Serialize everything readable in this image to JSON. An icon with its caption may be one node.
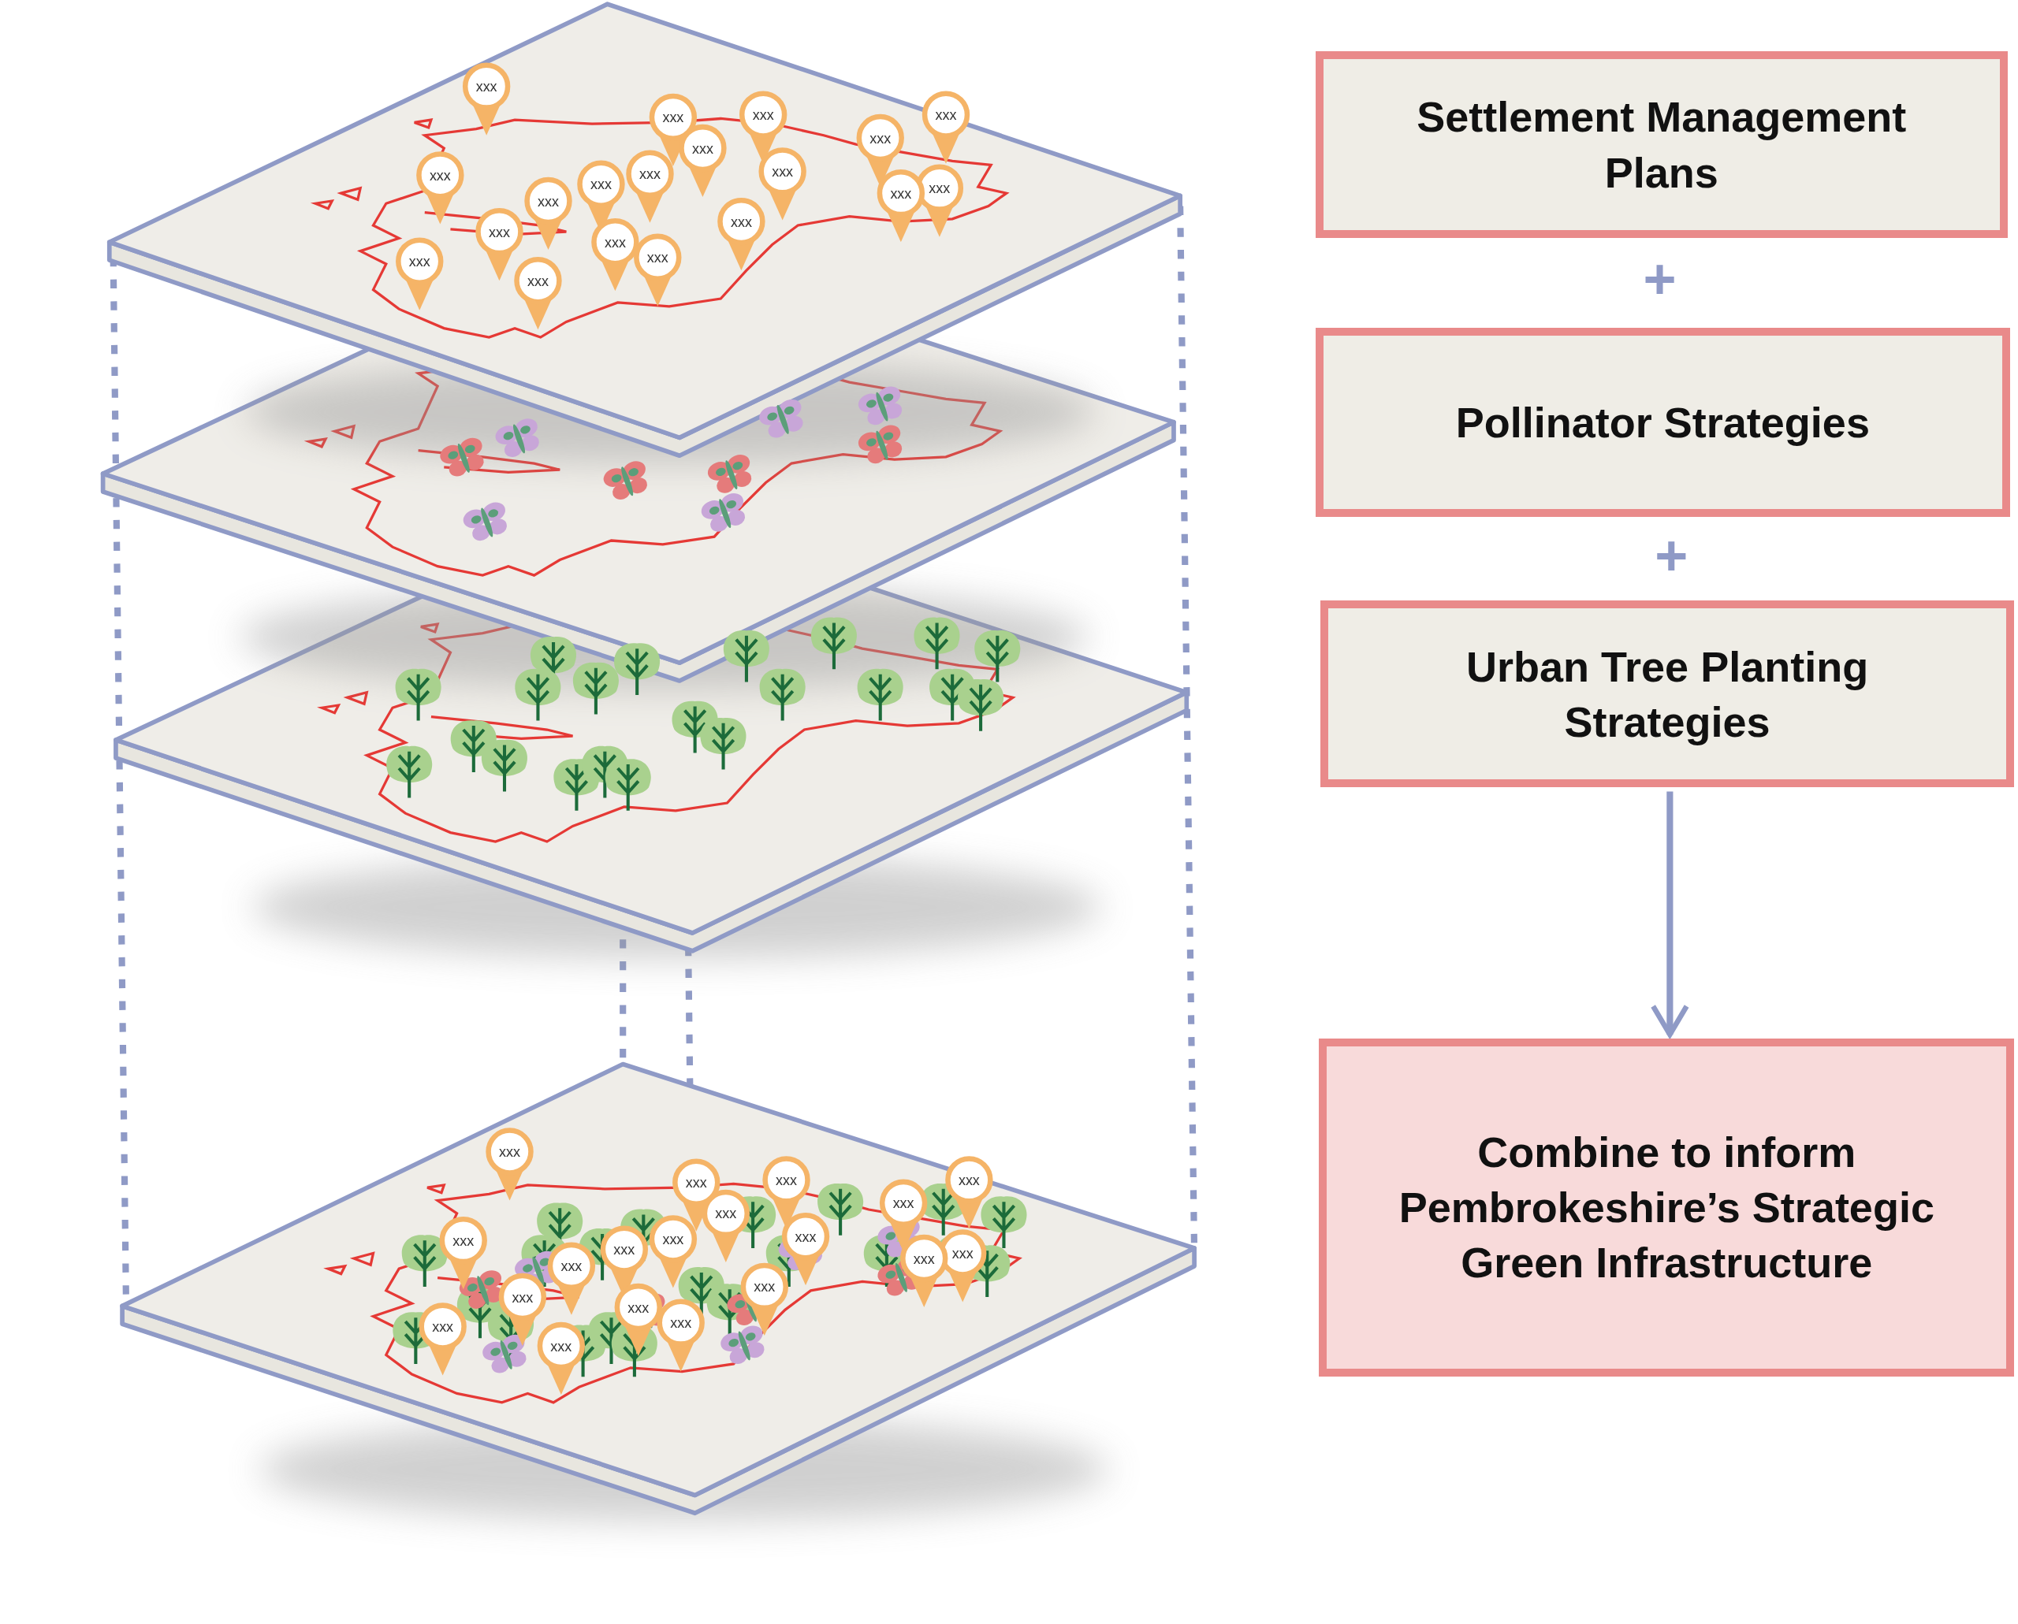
{
  "diagram": {
    "nodes": [
      {
        "text": [
          "Settlement Management Plans"
        ]
      },
      {
        "text": [
          "Pollinator Strategies"
        ]
      },
      {
        "text": [
          "Urban Tree Planting Strategies"
        ]
      },
      {
        "text": [
          "Combine to inform Pembrokeshire’s Strategic Green Infrastructure"
        ]
      }
    ],
    "edges": [
      {
        "from": 2,
        "to": 3,
        "arrow": "to"
      }
    ],
    "labels": [
      "xxx",
      "xxx",
      "xxx",
      "xxx",
      "xxx",
      "xxx",
      "xxx",
      "xxx",
      "xxx",
      "xxx",
      "xxx",
      "xxx",
      "xxx",
      "xxx",
      "xxx",
      "xxx",
      "xxx",
      "xxx",
      "xxx",
      "+",
      "+",
      "xxx",
      "xxx",
      "xxx",
      "xxx",
      "xxx",
      "xxx",
      "xxx",
      "xxx",
      "xxx",
      "xxx",
      "xxx",
      "xxx",
      "xxx",
      "xxx",
      "xxx",
      "xxx",
      "xxx",
      "xxx",
      "xxx"
    ]
  }
}
